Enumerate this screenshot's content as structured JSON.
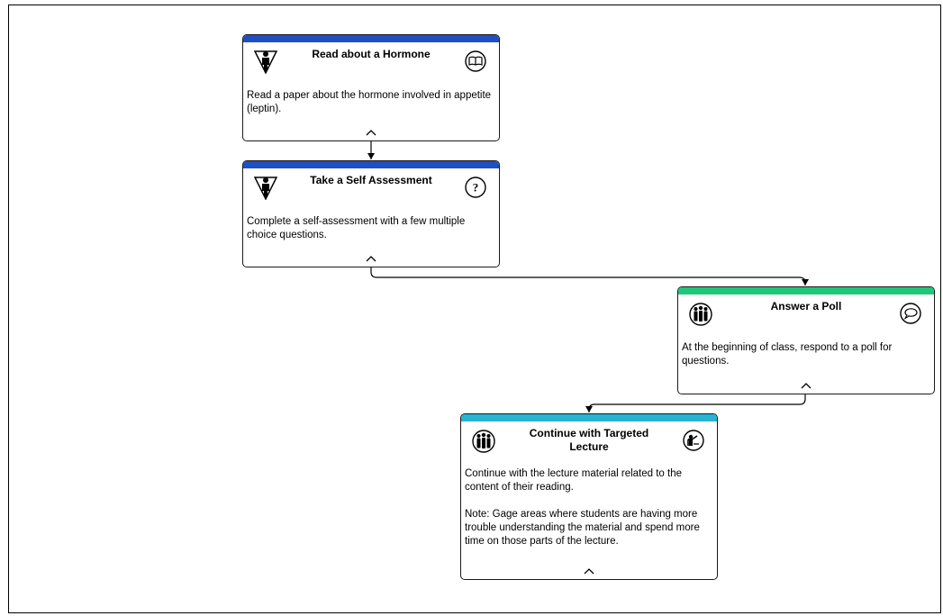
{
  "cards": {
    "read_hormone": {
      "title": "Read about a Hormone",
      "body": [
        "Read a paper about the hormone involved in appetite (leptin)."
      ],
      "bar_color": "#1f4fc4",
      "left_icon": "individual-icon",
      "right_icon": "book-icon"
    },
    "self_assessment": {
      "title": "Take a Self Assessment",
      "body": [
        "Complete a self-assessment with a few multiple choice questions."
      ],
      "bar_color": "#1f4fc4",
      "left_icon": "individual-icon",
      "right_icon": "question-icon"
    },
    "answer_poll": {
      "title": "Answer a Poll",
      "body": [
        "At the beginning of class, respond to a poll for questions."
      ],
      "bar_color": "#1fc77b",
      "left_icon": "group-icon",
      "right_icon": "speech-bubble-icon"
    },
    "targeted_lecture": {
      "title": "Continue with Targeted Lecture",
      "body": [
        "Continue with the lecture material related to the content of their reading.",
        "Note: Gage areas where students are having more trouble understanding the material and spend more time on those parts of the lecture."
      ],
      "bar_color": "#27b3d3",
      "left_icon": "group-icon",
      "right_icon": "lecture-icon"
    }
  }
}
